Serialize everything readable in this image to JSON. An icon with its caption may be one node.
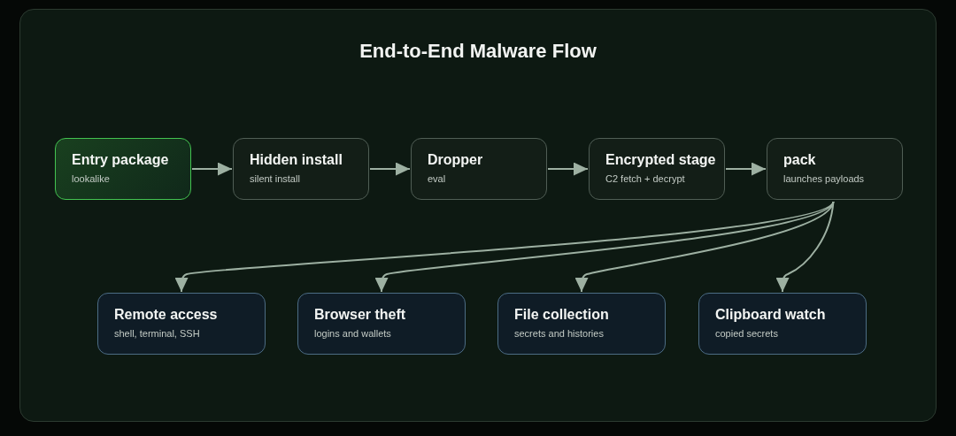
{
  "diagram": {
    "title": "End-to-End Malware Flow",
    "nodes": [
      {
        "text": [
          "Entry package",
          "lookalike"
        ]
      },
      {
        "text": [
          "Hidden install",
          "silent install"
        ]
      },
      {
        "text": [
          "Dropper",
          "eval"
        ]
      },
      {
        "text": [
          "Encrypted stage",
          "C2 fetch + decrypt"
        ]
      },
      {
        "text": [
          "pack",
          "launches payloads"
        ]
      },
      {
        "text": [
          "Remote access",
          "shell, terminal, SSH"
        ]
      },
      {
        "text": [
          "Browser theft",
          "logins and wallets"
        ]
      },
      {
        "text": [
          "File collection",
          "secrets and histories"
        ]
      },
      {
        "text": [
          "Clipboard watch",
          "copied secrets"
        ]
      }
    ],
    "edges": [
      {
        "from": 0,
        "to": 1,
        "arrow": "to"
      },
      {
        "from": 1,
        "to": 2,
        "arrow": "to"
      },
      {
        "from": 2,
        "to": 3,
        "arrow": "to"
      },
      {
        "from": 3,
        "to": 4,
        "arrow": "to"
      },
      {
        "from": 4,
        "to": 5,
        "arrow": "to"
      },
      {
        "from": 4,
        "to": 6,
        "arrow": "to"
      },
      {
        "from": 4,
        "to": 7,
        "arrow": "to"
      },
      {
        "from": 4,
        "to": 8,
        "arrow": "to"
      }
    ]
  }
}
